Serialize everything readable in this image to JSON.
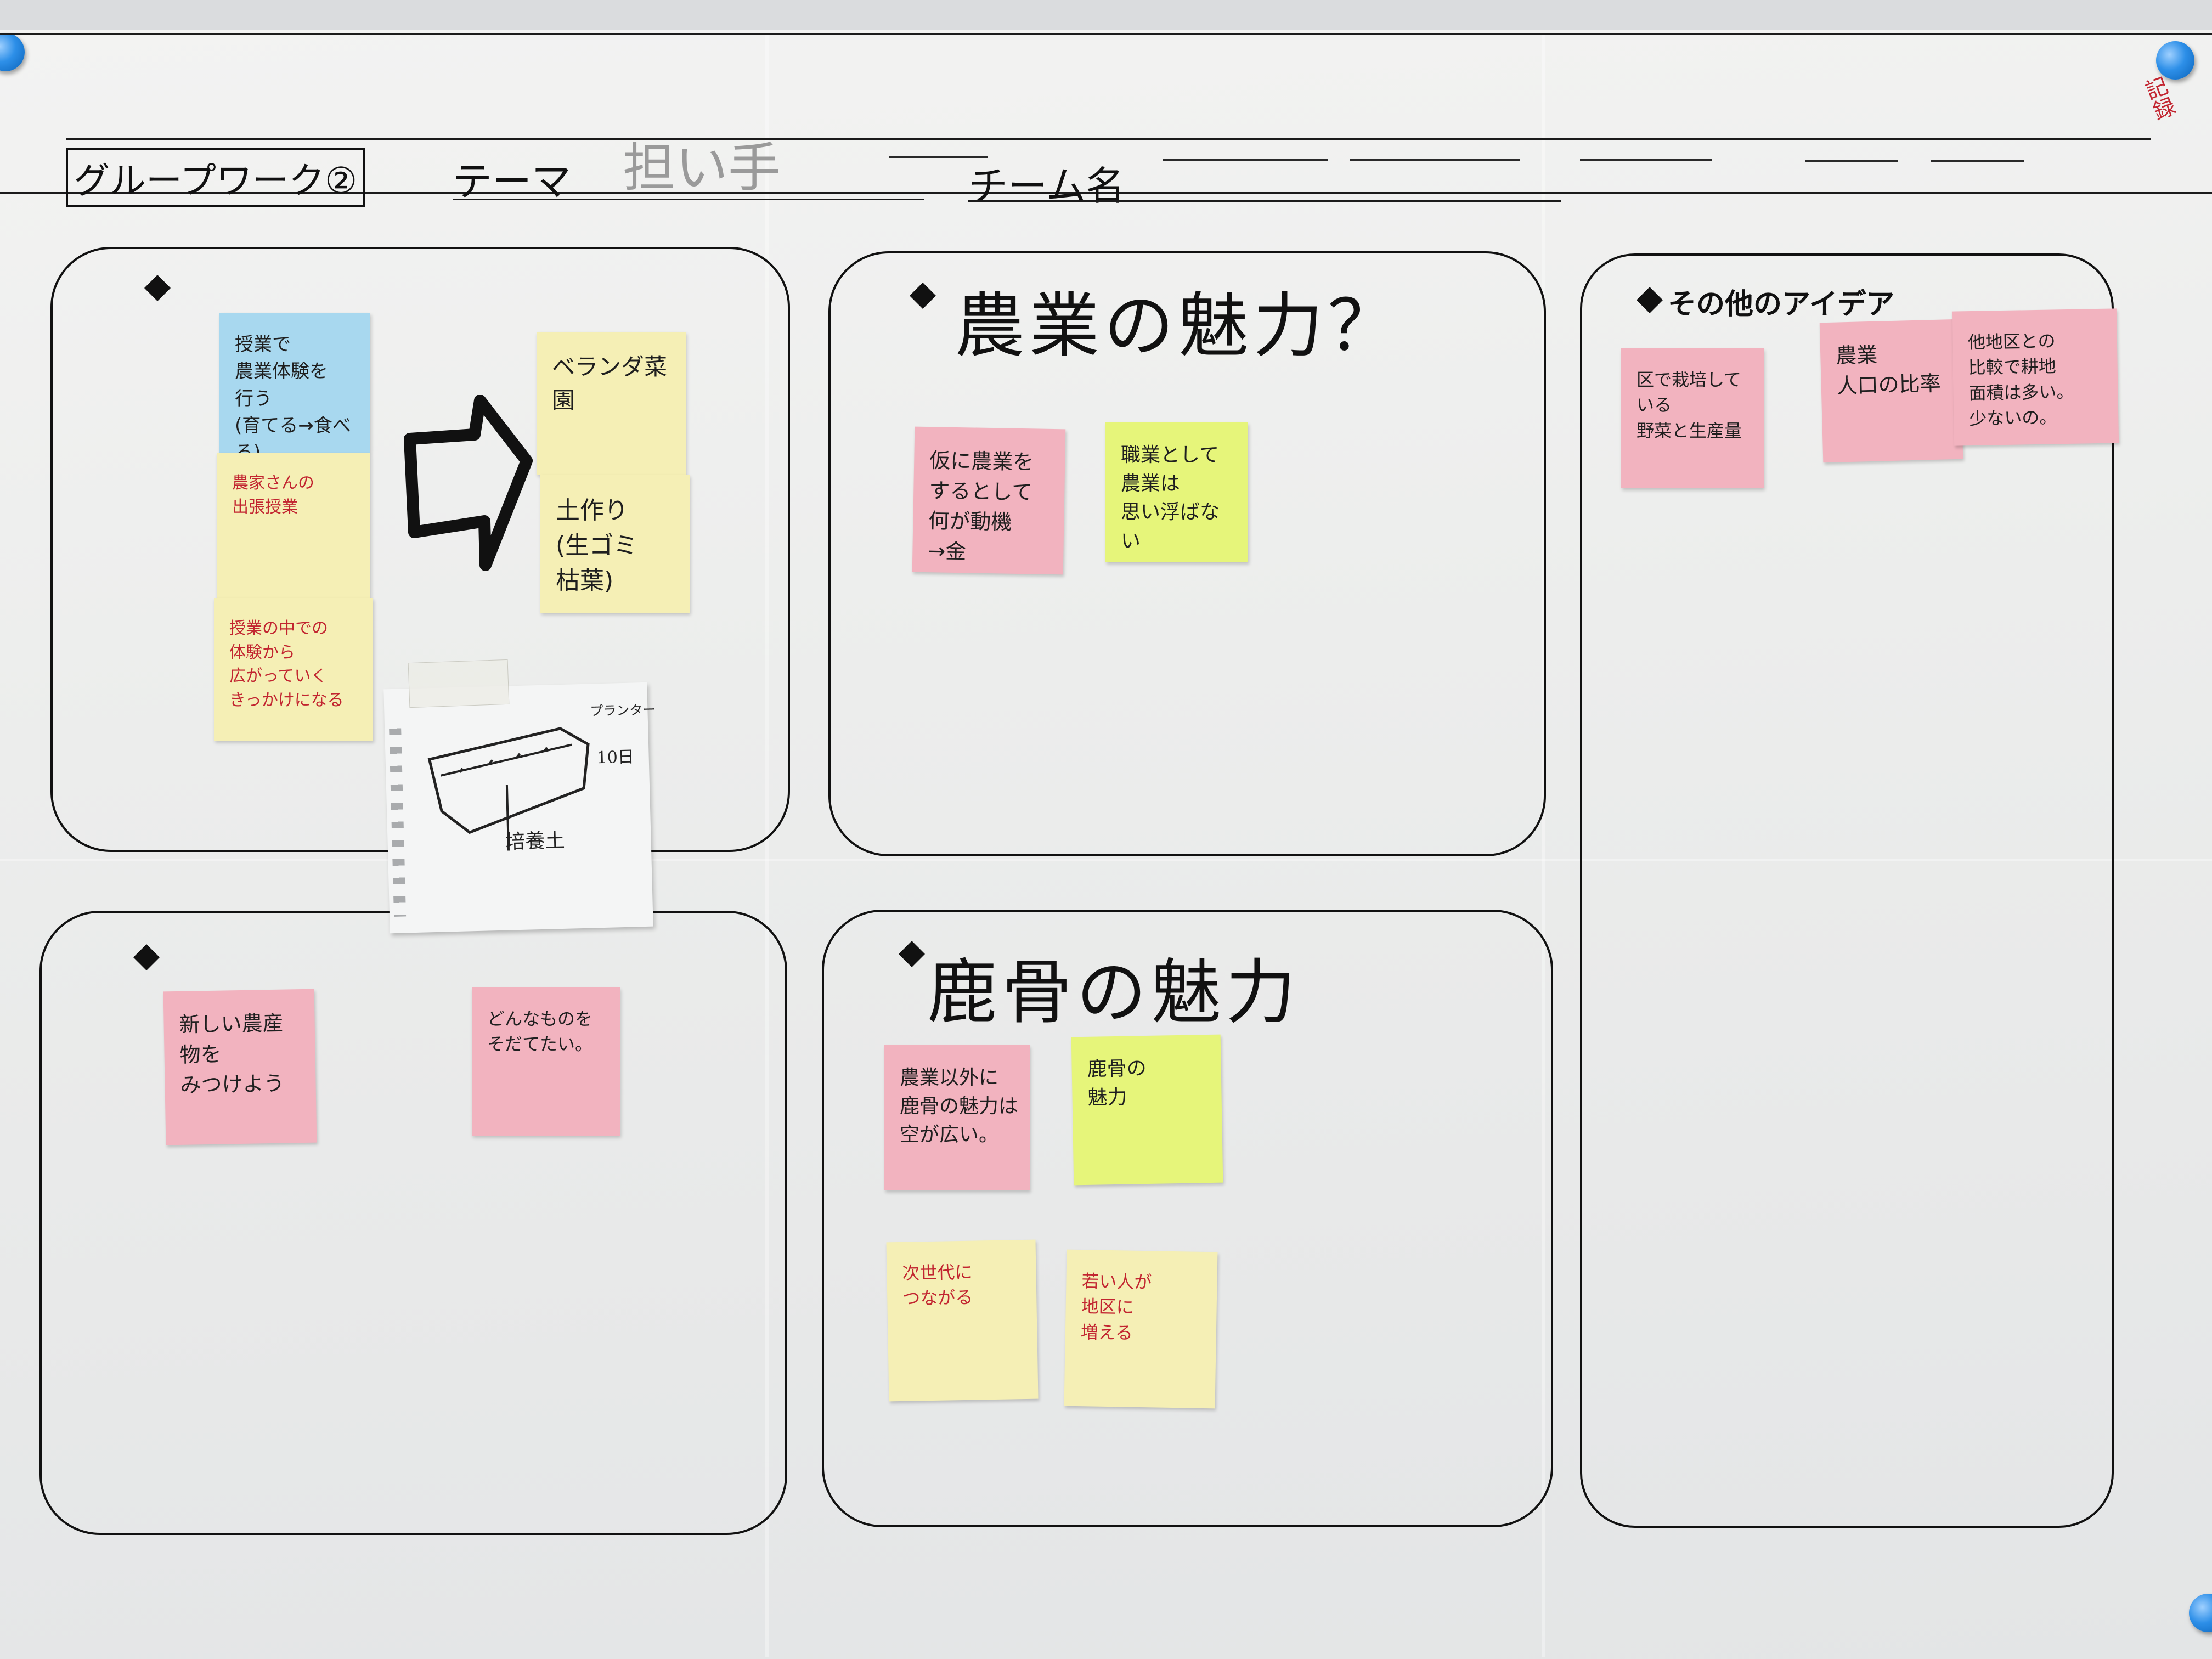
{
  "header": {
    "title": "グループワーク②",
    "theme_label": "テーマ",
    "theme_value": "担い手",
    "team_label": "チーム名",
    "corner_stamp": "記録"
  },
  "panels": {
    "top_left": {
      "notes": [
        "授業で\n農業体験を\n行う\n(育てる→食べる)",
        "農家さんの\n出張授業",
        "授業の中での\n体験から\n広がっていく\nきっかけになる",
        "ベランダ菜園",
        "土作り\n(生ゴミ\n枯葉)"
      ],
      "memo_labels": [
        "プランター",
        "10日",
        "培養土"
      ]
    },
    "top_mid": {
      "title": "農業の魅力？",
      "notes": [
        "仮に農業を\nするとして\n何が動機\n→金",
        "職業として\n農業は\n思い浮ばない"
      ]
    },
    "bottom_left": {
      "notes": [
        "新しい農産物を\nみつけよう",
        "どんなものを\nそだてたい。"
      ]
    },
    "bottom_mid": {
      "title": "鹿骨の魅力",
      "notes": [
        "農業以外に\n鹿骨の魅力は\n空が広い。",
        "鹿骨の\n魅力",
        "次世代に\nつながる",
        "若い人が\n地区に\n増える"
      ]
    },
    "right": {
      "label": "その他のアイデア",
      "notes": [
        "区で栽培している\n野菜と生産量",
        "農業\n人口の比率",
        "他地区との\n比較で耕地\n面積は多い。\n少ないの。"
      ]
    }
  },
  "colors": {
    "yellow_note": "#f5efb5",
    "pink_note": "#f2b3bf",
    "blue_note": "#a8d8ef",
    "green_note": "#e6f57a",
    "red_ink": "#c22530",
    "pin": "#2d8fe8"
  }
}
